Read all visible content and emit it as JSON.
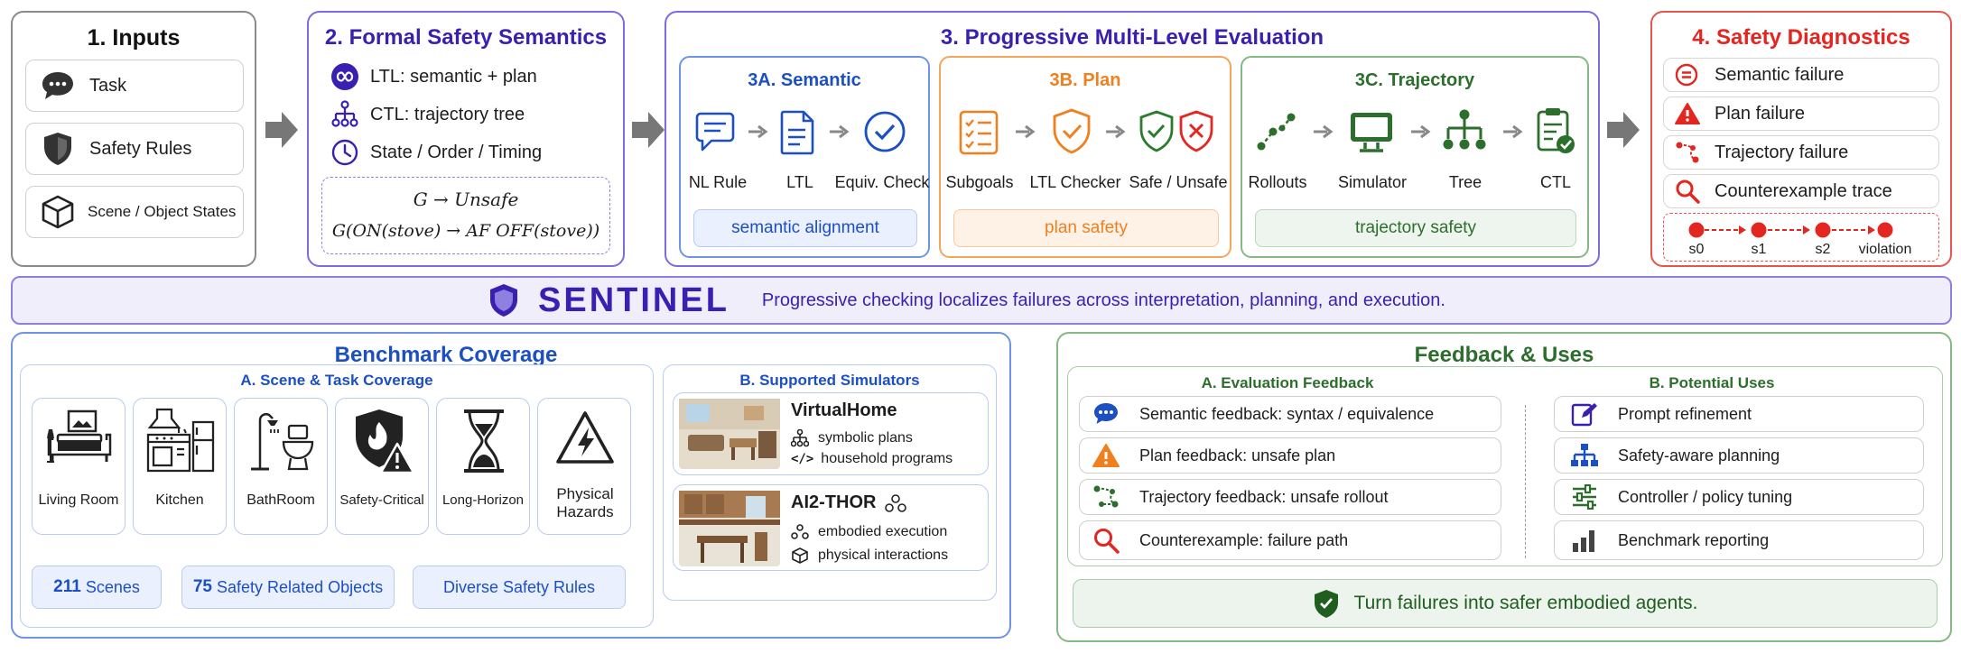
{
  "inputs": {
    "title": "1. Inputs",
    "items": [
      {
        "label": "Task",
        "icon": "chat-bubble-icon"
      },
      {
        "label": "Safety Rules",
        "icon": "shield-icon"
      },
      {
        "label": "Scene / Object States",
        "icon": "cube-icon"
      }
    ]
  },
  "semantics": {
    "title": "2. Formal Safety Semantics",
    "items": [
      {
        "label": "LTL: semantic + plan",
        "icon": "infinity-icon"
      },
      {
        "label": "CTL: trajectory tree",
        "icon": "tree-icon"
      },
      {
        "label": "State / Order / Timing",
        "icon": "clock-icon"
      }
    ],
    "formula1_a": "G → ",
    "formula1_b": "Unsafe",
    "formula2": "G(ON(stove) → AF OFF(stove))"
  },
  "evaluation": {
    "title": "3. Progressive Multi-Level Evaluation",
    "semantic": {
      "title": "3A. Semantic",
      "steps": [
        "NL Rule",
        "LTL",
        "Equiv. Check"
      ],
      "tag": "semantic alignment"
    },
    "plan": {
      "title": "3B. Plan",
      "steps": [
        "Subgoals",
        "LTL Checker",
        "Safe / Unsafe"
      ],
      "tag": "plan safety"
    },
    "trajectory": {
      "title": "3C. Trajectory",
      "steps": [
        "Rollouts",
        "Simulator",
        "Tree",
        "CTL"
      ],
      "tag": "trajectory safety"
    }
  },
  "diagnostics": {
    "title": "4. Safety Diagnostics",
    "items": [
      {
        "label": "Semantic failure",
        "icon": "equals-circle-icon"
      },
      {
        "label": "Plan failure",
        "icon": "warning-icon"
      },
      {
        "label": "Trajectory failure",
        "icon": "trajectory-icon"
      },
      {
        "label": "Counterexample trace",
        "icon": "magnifier-icon"
      }
    ],
    "trace": [
      "s0",
      "s1",
      "s2",
      "violation"
    ]
  },
  "banner": {
    "name": "SENTINEL",
    "tagline": "Progressive checking localizes failures across interpretation, planning, and execution."
  },
  "benchmark": {
    "title": "Benchmark Coverage",
    "scene_title": "A. Scene & Task Coverage",
    "scenes": [
      {
        "label": "Living Room",
        "icon": "sofa-icon"
      },
      {
        "label": "Kitchen",
        "icon": "kitchen-icon"
      },
      {
        "label": "BathRoom",
        "icon": "bathroom-icon"
      },
      {
        "label": "Safety-Critical",
        "icon": "fire-shield-icon"
      },
      {
        "label": "Long-Horizon",
        "icon": "hourglass-icon"
      },
      {
        "label": "Physical Hazards",
        "icon": "high-voltage-icon"
      }
    ],
    "stats": [
      {
        "num": "211",
        "text": "Scenes"
      },
      {
        "num": "75",
        "text": "Safety Related Objects"
      },
      {
        "num": "",
        "text": "Diverse Safety Rules"
      }
    ],
    "sim_title": "B. Supported Simulators",
    "simulators": [
      {
        "name": "VirtualHome",
        "features": [
          "symbolic plans",
          "household programs"
        ]
      },
      {
        "name": "AI2-THOR",
        "features": [
          "embodied execution",
          "physical interactions"
        ]
      }
    ]
  },
  "feedback": {
    "title": "Feedback & Uses",
    "eval_title": "A. Evaluation Feedback",
    "eval_items": [
      {
        "label": "Semantic feedback: syntax / equivalence",
        "icon": "chat-dots-icon"
      },
      {
        "label": "Plan feedback: unsafe plan",
        "icon": "warning-icon"
      },
      {
        "label": "Trajectory feedback: unsafe rollout",
        "icon": "trajectory-icon"
      },
      {
        "label": "Counterexample: failure path",
        "icon": "magnifier-icon"
      }
    ],
    "uses_title": "B. Potential Uses",
    "uses_items": [
      {
        "label": "Prompt refinement",
        "icon": "edit-icon"
      },
      {
        "label": "Safety-aware planning",
        "icon": "hierarchy-icon"
      },
      {
        "label": "Controller / policy tuning",
        "icon": "sliders-icon"
      },
      {
        "label": "Benchmark reporting",
        "icon": "bar-chart-icon"
      }
    ],
    "footer": "Turn failures into safer embodied agents."
  },
  "colors": {
    "purple": "#3b1fb0",
    "blue": "#1c4fc4",
    "orange": "#f07f1e",
    "green": "#2c6e2c",
    "red": "#e32620"
  }
}
